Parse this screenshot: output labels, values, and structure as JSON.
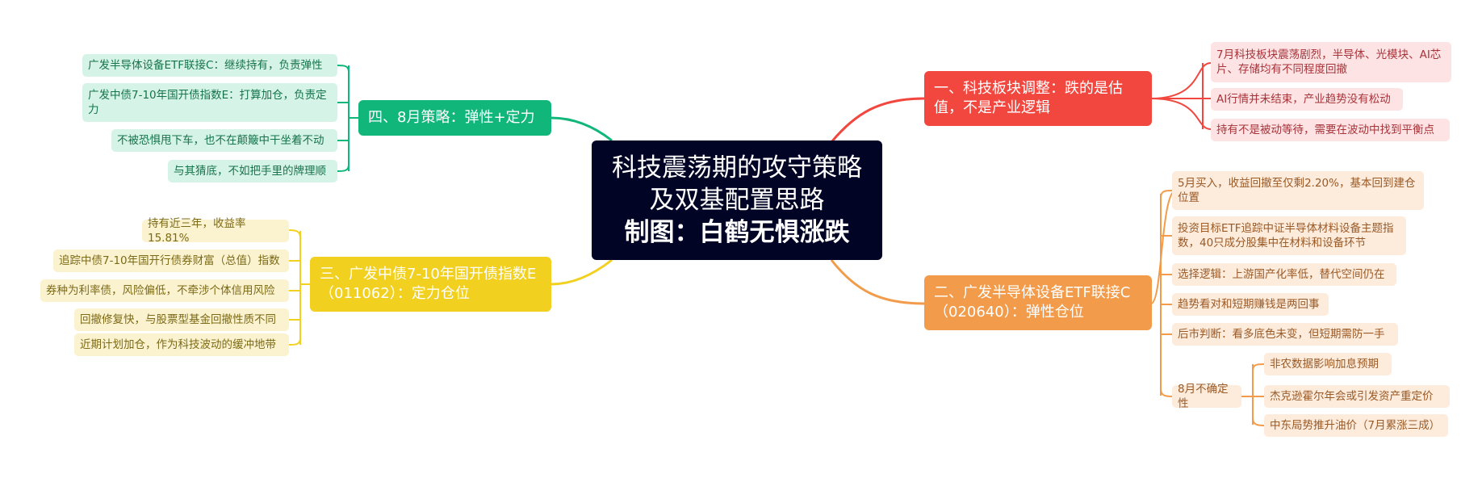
{
  "root": {
    "title": "科技震荡期的攻守策略及双基配置思路",
    "subtitle": "制图：白鹤无惧涨跌"
  },
  "colors": {
    "red": "#f2473f",
    "orange": "#f29b4a",
    "yellow": "#f2d01f",
    "green": "#11b67b",
    "root_bg": "#020426"
  },
  "branches": {
    "b1": {
      "title": "一、科技板块调整：跌的是估值，不是产业逻辑",
      "leaves": [
        "7月科技板块震荡剧烈，半导体、光模块、AI芯片、存储均有不同程度回撤",
        "AI行情并未结束，产业趋势没有松动",
        "持有不是被动等待，需要在波动中找到平衡点"
      ]
    },
    "b2": {
      "title": "二、广发半导体设备ETF联接C（020640）：弹性仓位",
      "leaves": [
        "5月买入，收益回撤至仅剩2.20%，基本回到建仓位置",
        "投资目标ETF追踪中证半导体材料设备主题指数，40只成分股集中在材料和设备环节",
        "选择逻辑：上游国产化率低，替代空间仍在",
        "趋势看对和短期赚钱是两回事",
        "后市判断：看多底色未变，但短期需防一手"
      ],
      "uncertainty": {
        "title": "8月不确定性",
        "items": [
          "非农数据影响加息预期",
          "杰克逊霍尔年会或引发资产重定价",
          "中东局势推升油价（7月累涨三成）"
        ]
      }
    },
    "b3": {
      "title": "三、广发中债7-10年国开债指数E（011062）：定力仓位",
      "leaves": [
        "持有近三年，收益率15.81%",
        "追踪中债7-10年国开行债券财富（总值）指数",
        "券种为利率债，风险偏低，不牵涉个体信用风险",
        "回撤修复快，与股票型基金回撤性质不同",
        "近期计划加仓，作为科技波动的缓冲地带"
      ]
    },
    "b4": {
      "title": "四、8月策略：弹性+定力",
      "leaves": [
        "广发半导体设备ETF联接C：继续持有，负责弹性",
        "广发中债7-10年国开债指数E：打算加仓，负责定力",
        "不被恐惧甩下车，也不在颠簸中干坐着不动",
        "与其猜底，不如把手里的牌理顺"
      ]
    }
  }
}
